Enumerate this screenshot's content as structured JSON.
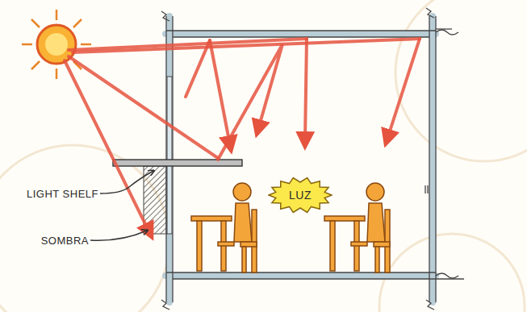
{
  "diagram": {
    "nodes": [
      {
        "text": [
          "LUZ"
        ]
      }
    ],
    "labels": [
      "LIGHT SHELF",
      "SOMBRA"
    ]
  }
}
